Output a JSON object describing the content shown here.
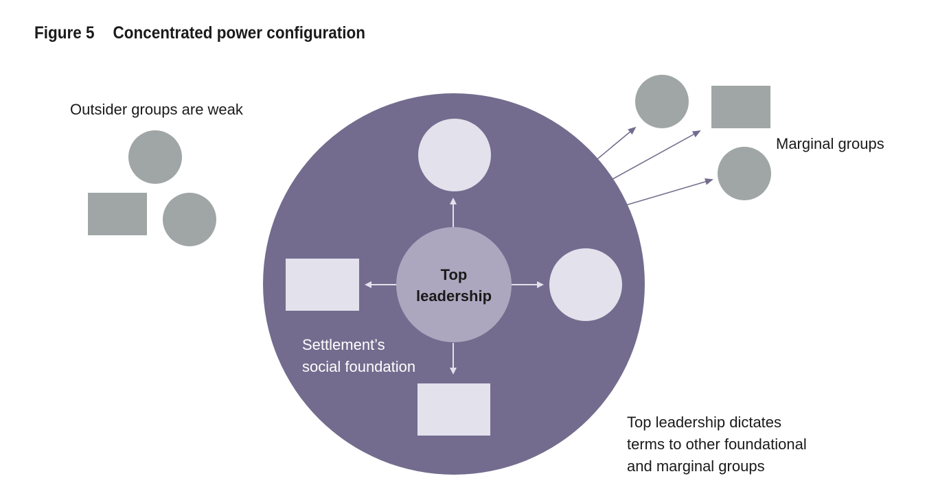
{
  "figure": {
    "number": "Figure 5",
    "title": "Concentrated power configuration"
  },
  "labels": {
    "outsider": "Outsider groups are weak",
    "marginal": "Marginal groups",
    "center_line1": "Top",
    "center_line2": "leadership",
    "foundation_line1": "Settlement’s",
    "foundation_line2": "social foundation",
    "note_line1": "Top leadership dictates",
    "note_line2": "terms to other foundational",
    "note_line3": "and marginal groups"
  },
  "colors": {
    "foundation_circle": "#736c8e",
    "center_circle": "#aca7bf",
    "member_shape": "#e3e1ec",
    "outside_shape": "#a0a6a6",
    "arrow": "#e3e1ec",
    "marginal_arrow": "#736c8e",
    "text_dark": "#1a1a1a",
    "text_light": "#ffffff"
  }
}
